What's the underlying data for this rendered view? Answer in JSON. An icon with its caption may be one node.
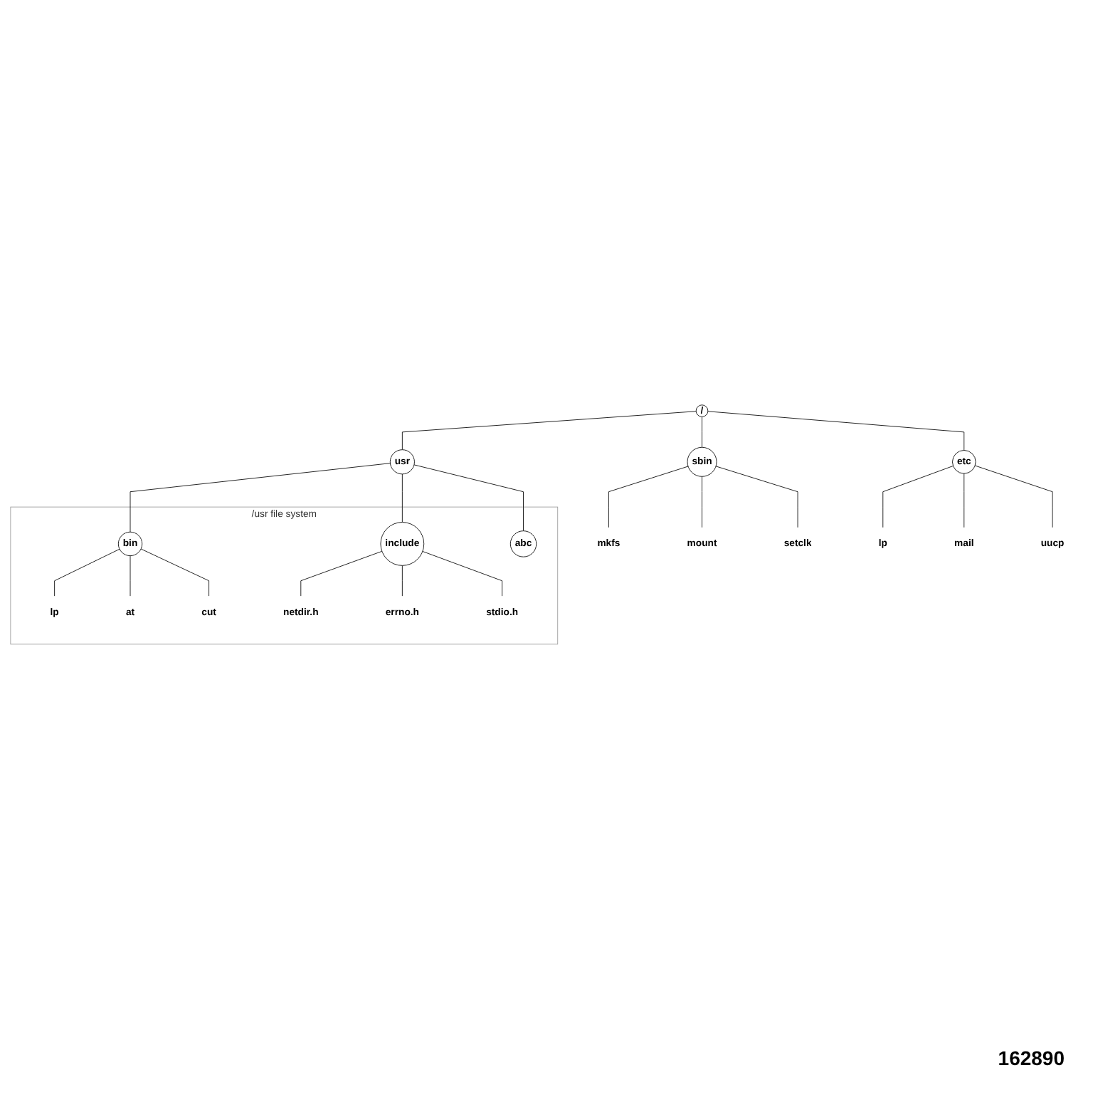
{
  "diagram": {
    "nodes": [
      {
        "text": [
          "/"
        ]
      },
      {
        "text": [
          "sbin"
        ]
      },
      {
        "text": [
          "etc"
        ]
      },
      {
        "text": [
          "usr"
        ]
      },
      {
        "text": [
          "mkfs"
        ]
      },
      {
        "text": [
          "mount"
        ]
      },
      {
        "text": [
          "setclk"
        ]
      },
      {
        "text": [
          "lp"
        ]
      },
      {
        "text": [
          "mail"
        ]
      },
      {
        "text": [
          "uucp"
        ]
      },
      {
        "text": [
          "/usr file system"
        ]
      },
      {
        "text": [
          "bin"
        ],
        "in": 10
      },
      {
        "text": [
          "include"
        ],
        "in": 10
      },
      {
        "text": [
          "abc"
        ],
        "in": 10
      },
      {
        "text": [
          "lp"
        ],
        "in": 10
      },
      {
        "text": [
          "at"
        ],
        "in": 10
      },
      {
        "text": [
          "cut"
        ],
        "in": 10
      },
      {
        "text": [
          "netdir.h"
        ],
        "in": 10
      },
      {
        "text": [
          "errno.h"
        ],
        "in": 10
      },
      {
        "text": [
          "stdio.h"
        ],
        "in": 10
      }
    ],
    "edges": [
      {
        "from": 0,
        "to": 1,
        "arrow": "none"
      },
      {
        "from": 0,
        "to": 2,
        "arrow": "none"
      },
      {
        "from": 0,
        "to": 3,
        "arrow": "none"
      },
      {
        "from": 1,
        "to": 4,
        "arrow": "none"
      },
      {
        "from": 1,
        "to": 5,
        "arrow": "none"
      },
      {
        "from": 1,
        "to": 6,
        "arrow": "none"
      },
      {
        "from": 2,
        "to": 7,
        "arrow": "none"
      },
      {
        "from": 2,
        "to": 8,
        "arrow": "none"
      },
      {
        "from": 2,
        "to": 9,
        "arrow": "none"
      },
      {
        "from": 3,
        "to": 11,
        "arrow": "none"
      },
      {
        "from": 3,
        "to": 12,
        "arrow": "none"
      },
      {
        "from": 3,
        "to": 13,
        "arrow": "none"
      },
      {
        "from": 11,
        "to": 14,
        "arrow": "none"
      },
      {
        "from": 11,
        "to": 15,
        "arrow": "none"
      },
      {
        "from": 11,
        "to": 16,
        "arrow": "none"
      },
      {
        "from": 12,
        "to": 17,
        "arrow": "none"
      },
      {
        "from": 12,
        "to": 18,
        "arrow": "none"
      },
      {
        "from": 12,
        "to": 19,
        "arrow": "none"
      }
    ],
    "labels": [
      "162890"
    ]
  }
}
